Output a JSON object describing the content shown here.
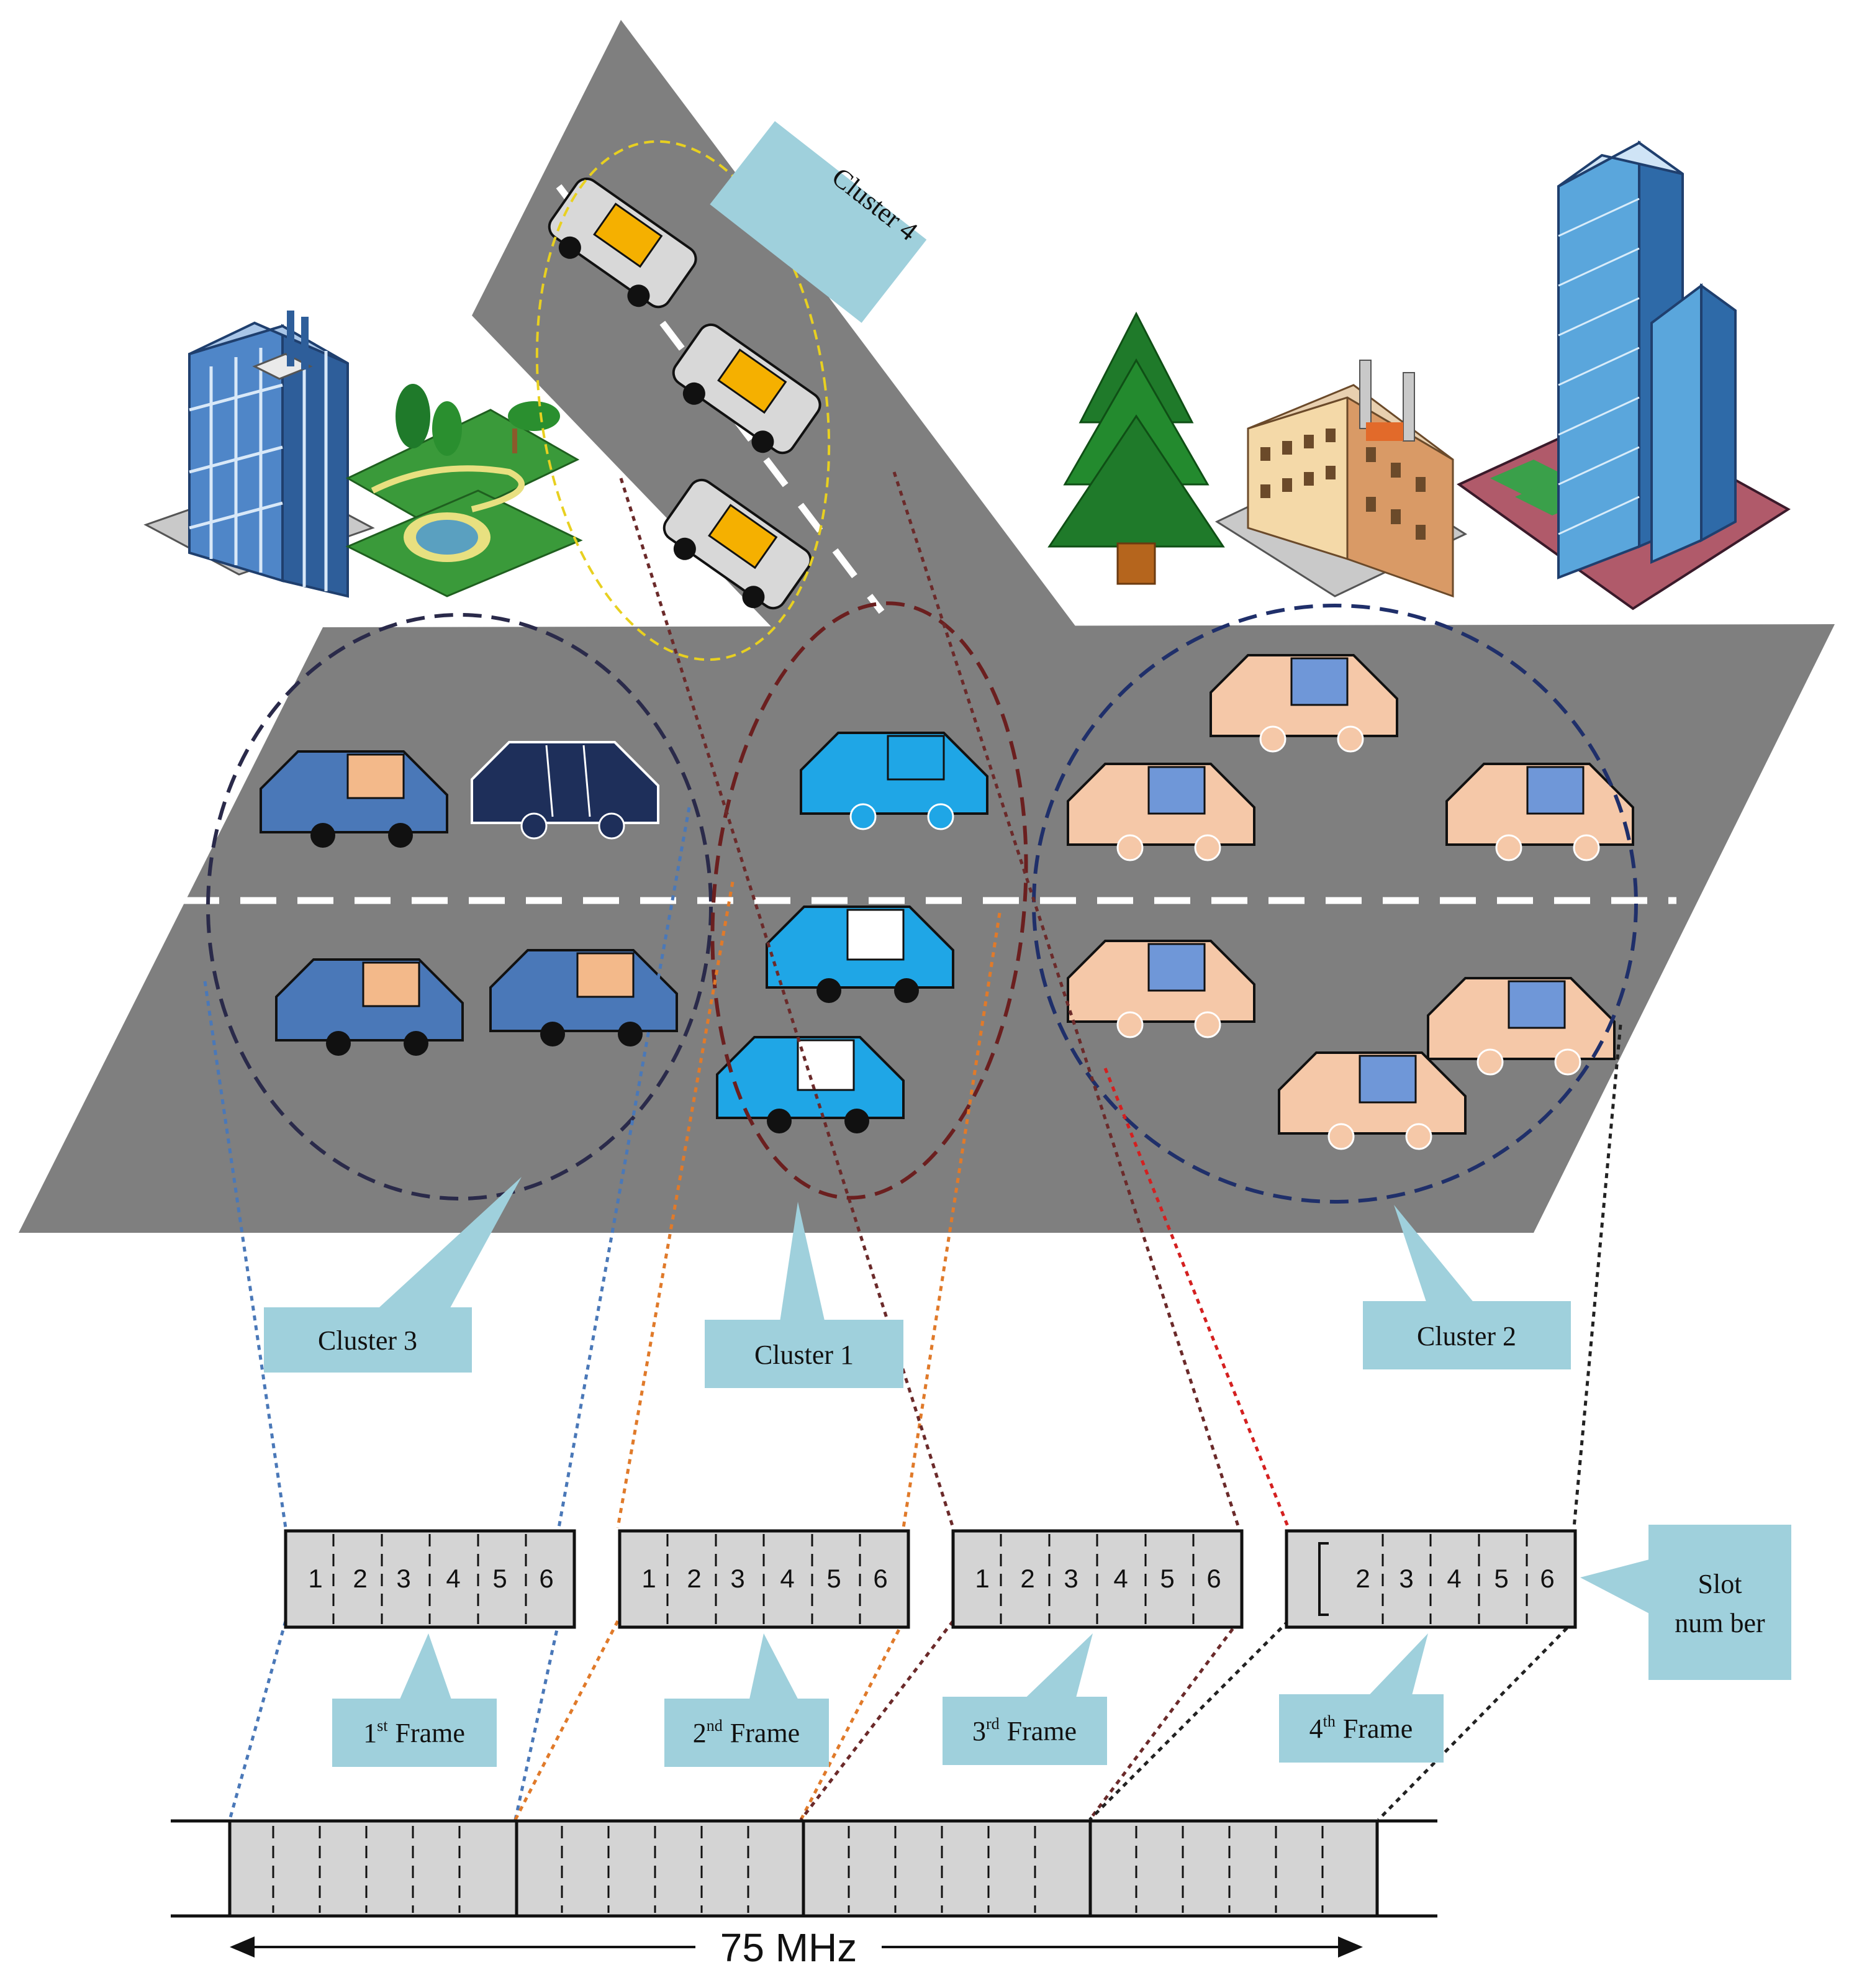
{
  "clusters": [
    {
      "id": "cluster-1",
      "label": "Cluster 1"
    },
    {
      "id": "cluster-2",
      "label": "Cluster 2"
    },
    {
      "id": "cluster-3",
      "label": "Cluster 3"
    },
    {
      "id": "cluster-4",
      "label": "Cluster 4"
    }
  ],
  "frames": [
    {
      "num": "1",
      "suffix": "st",
      "word": "Frame",
      "slots": [
        "1",
        "2",
        "3",
        "4",
        "5",
        "6"
      ]
    },
    {
      "num": "2",
      "suffix": "nd",
      "word": "Frame",
      "slots": [
        "1",
        "2",
        "3",
        "4",
        "5",
        "6"
      ]
    },
    {
      "num": "3",
      "suffix": "rd",
      "word": "Frame",
      "slots": [
        "1",
        "2",
        "3",
        "4",
        "5",
        "6"
      ]
    },
    {
      "num": "4",
      "suffix": "th",
      "word": "Frame",
      "slots": [
        "",
        "2",
        "3",
        "4",
        "5",
        "6"
      ]
    }
  ],
  "slot_number_label": {
    "line1": "Slot",
    "line2": "num ber"
  },
  "bandwidth_label": "75 MHz",
  "colors": {
    "road": "#7f7f7f",
    "callout": "#9fd0dc",
    "frame_fill": "#d4d4d4",
    "cluster1_car": "#1fa6e6",
    "cluster2_car": "#f5c8a8",
    "cluster3_car": "#4a78b8",
    "cluster4_car": "#d8d8d8",
    "cluster4_accent": "#f5b000",
    "link_blue": "#4a78b8",
    "link_orange": "#e07a2a",
    "link_brown": "#6b2a2a",
    "link_red": "#d42020",
    "link_black": "#222222"
  }
}
